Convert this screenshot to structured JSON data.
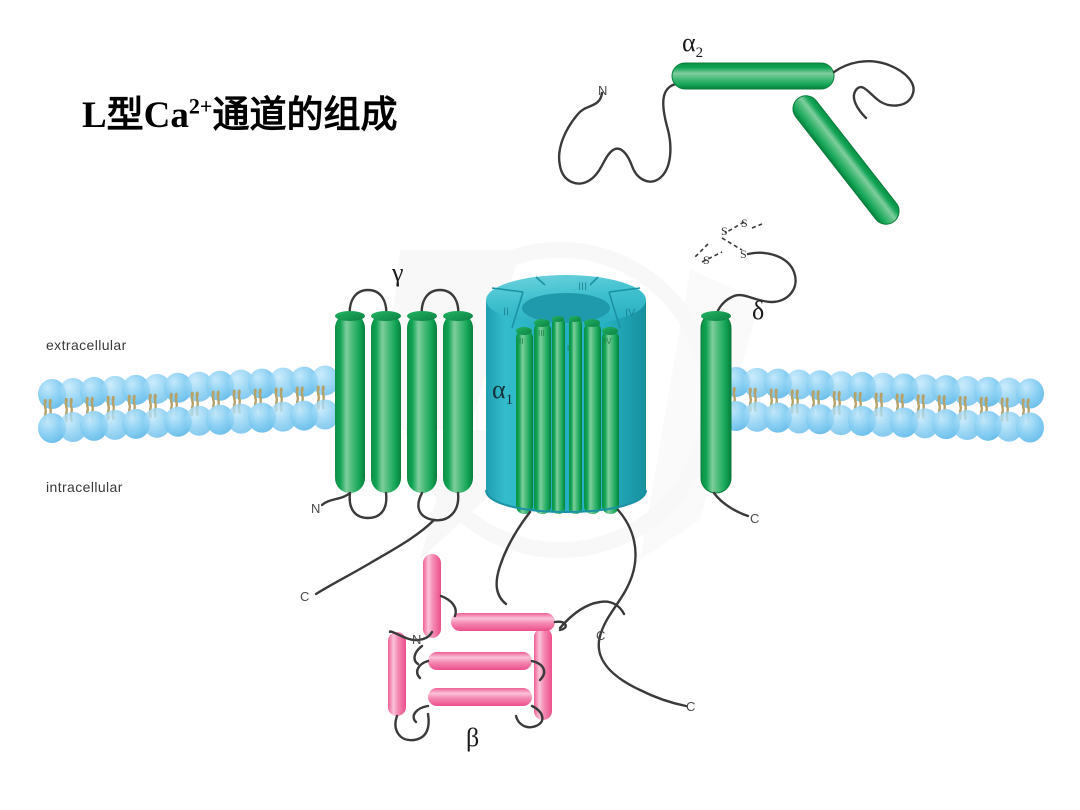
{
  "title": {
    "prefix": "L型Ca",
    "superscript": "2+",
    "suffix": "通道的组成",
    "full": "L型Ca2+通道的组成"
  },
  "membrane": {
    "extracellular_label": "extracellular",
    "intracellular_label": "intracellular",
    "head_color": "#7cc8f0",
    "head_color_light": "#a8ddf7",
    "tail_color": "#b5a26a"
  },
  "colors": {
    "helix_green_dark": "#00994a",
    "helix_green_mid": "#16a85c",
    "helix_green_light": "#76cb96",
    "alpha1_teal": "#26b0c2",
    "alpha1_teal_dark": "#1b94a6",
    "alpha1_teal_light": "#57c9d6",
    "beta_pink": "#f4709f",
    "beta_pink_light": "#fbb7cf",
    "loop_stroke": "#3a3a3a"
  },
  "subunits": [
    {
      "id": "alpha2",
      "label": "α",
      "subscript": "2",
      "description": "extracellular alpha-2 subunit with two helices and loops",
      "terminus": "N"
    },
    {
      "id": "alpha1",
      "label": "α",
      "subscript": "1",
      "description": "central pore-forming alpha-1 subunit barrel",
      "domains": [
        "I",
        "II",
        "III",
        "IV"
      ],
      "inner_segments": [
        "I",
        "II",
        "III",
        "IV"
      ]
    },
    {
      "id": "gamma",
      "label": "γ",
      "subscript": "",
      "description": "gamma subunit with four transmembrane helices",
      "terminus": "N"
    },
    {
      "id": "delta",
      "label": "δ",
      "subscript": "",
      "description": "delta subunit single transmembrane helix linked by disulfide bonds",
      "terminus": "C"
    },
    {
      "id": "beta",
      "label": "β",
      "subscript": "",
      "description": "intracellular beta subunit with pink helices",
      "terminus": "N"
    }
  ],
  "termini": {
    "alpha2_N": "N",
    "gamma_N": "N",
    "gamma_C": "C",
    "delta_C": "C",
    "beta_N": "N",
    "beta_C": "C",
    "alpha1_C": "C"
  },
  "disulfide": {
    "label": "S",
    "count": 4,
    "description": "S-S disulfide bridges between alpha-2 and delta"
  },
  "domain_labels": {
    "top_left": "II",
    "top_center": "III",
    "top_right": "IV",
    "inner": [
      "II",
      "III",
      "I",
      "IV"
    ]
  }
}
